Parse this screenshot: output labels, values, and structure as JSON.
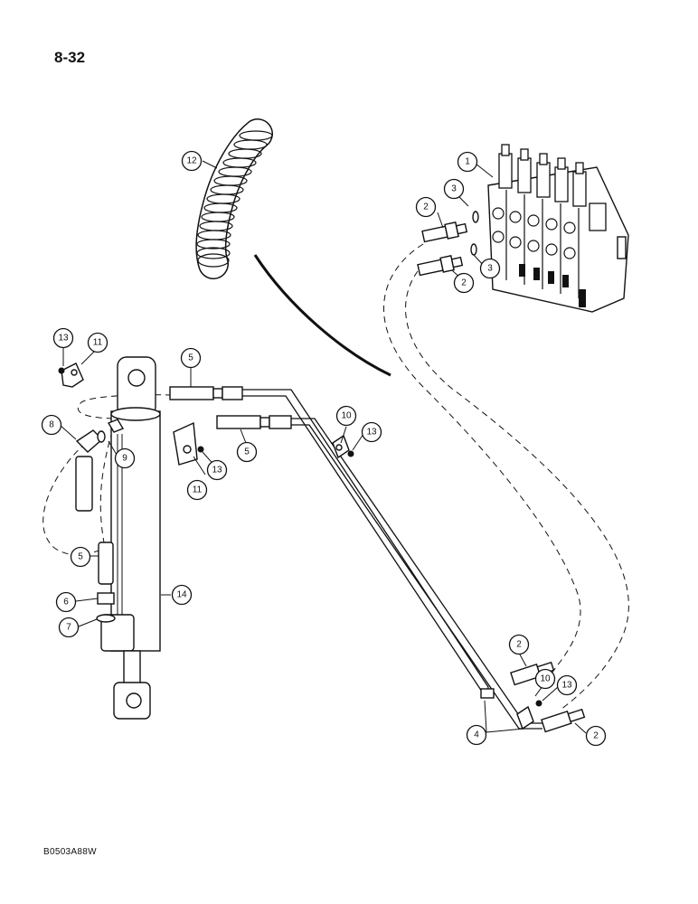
{
  "page": {
    "page_number": "8-32",
    "figure_code": "B0503A88W"
  },
  "callouts": [
    {
      "id": "c1",
      "label": "1"
    },
    {
      "id": "c2a",
      "label": "2"
    },
    {
      "id": "c2b",
      "label": "2"
    },
    {
      "id": "c2c",
      "label": "2"
    },
    {
      "id": "c2d",
      "label": "2"
    },
    {
      "id": "c3a",
      "label": "3"
    },
    {
      "id": "c3b",
      "label": "3"
    },
    {
      "id": "c4",
      "label": "4"
    },
    {
      "id": "c5a",
      "label": "5"
    },
    {
      "id": "c5b",
      "label": "5"
    },
    {
      "id": "c5c",
      "label": "5"
    },
    {
      "id": "c6",
      "label": "6"
    },
    {
      "id": "c7",
      "label": "7"
    },
    {
      "id": "c8",
      "label": "8"
    },
    {
      "id": "c9",
      "label": "9"
    },
    {
      "id": "c10a",
      "label": "10"
    },
    {
      "id": "c10b",
      "label": "10"
    },
    {
      "id": "c11a",
      "label": "11"
    },
    {
      "id": "c11b",
      "label": "11"
    },
    {
      "id": "c12",
      "label": "12"
    },
    {
      "id": "c13a",
      "label": "13"
    },
    {
      "id": "c13b",
      "label": "13"
    },
    {
      "id": "c13c",
      "label": "13"
    },
    {
      "id": "c13d",
      "label": "13"
    },
    {
      "id": "c14",
      "label": "14"
    }
  ]
}
